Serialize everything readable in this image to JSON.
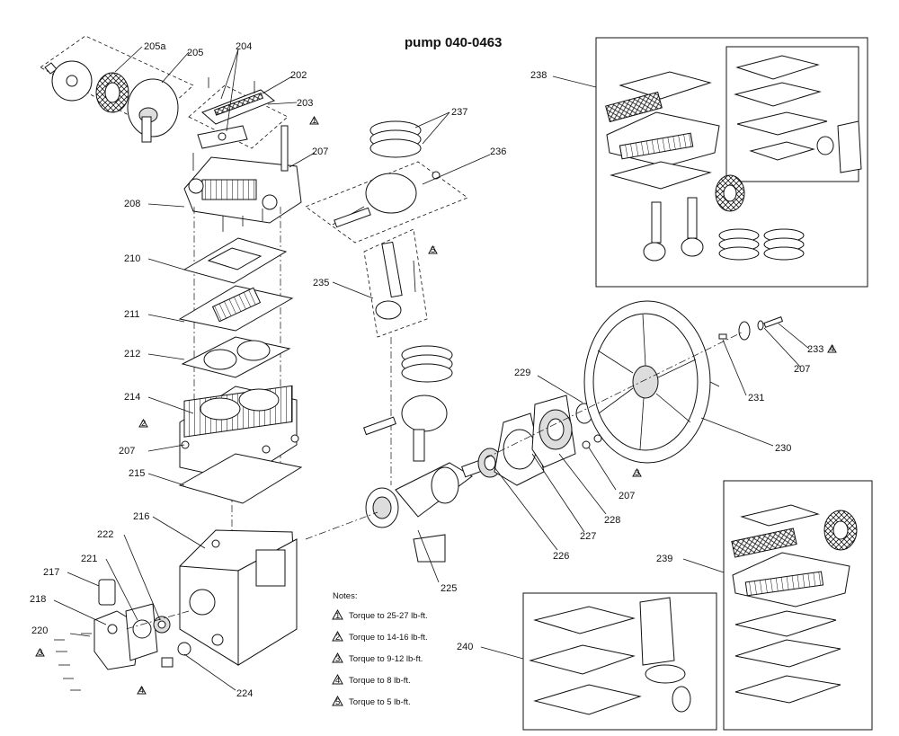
{
  "title": "pump 040-0463",
  "labels": {
    "l205a": "205a",
    "l205": "205",
    "l204": "204",
    "l202": "202",
    "l203": "203",
    "l207a": "207",
    "l208": "208",
    "l210": "210",
    "l211": "211",
    "l212": "212",
    "l214": "214",
    "l207b": "207",
    "l215": "215",
    "l216": "216",
    "l222": "222",
    "l221": "221",
    "l217": "217",
    "l218": "218",
    "l220": "220",
    "l224": "224",
    "l225": "225",
    "l226": "226",
    "l227": "227",
    "l228": "228",
    "l207c": "207",
    "l229": "229",
    "l230": "230",
    "l231": "231",
    "l207d": "207",
    "l233": "233",
    "l235": "235",
    "l236": "236",
    "l237": "237",
    "l238": "238",
    "l239": "239",
    "l240": "240"
  },
  "notes": {
    "heading": "Notes:",
    "items": [
      {
        "num": "1",
        "text": "Torque to 25-27 lb-ft."
      },
      {
        "num": "2",
        "text": "Torque to 14-16 lb-ft."
      },
      {
        "num": "3",
        "text": "Torque to 9-12 lb-ft."
      },
      {
        "num": "4",
        "text": "Torque to 8 lb-ft."
      },
      {
        "num": "5",
        "text": "Torque to 5 lb-ft."
      }
    ]
  },
  "flags": {
    "f1": "1",
    "f2": "2",
    "f3": "3",
    "f4": "4",
    "f5": "5",
    "f6": "3",
    "f7": "4"
  }
}
